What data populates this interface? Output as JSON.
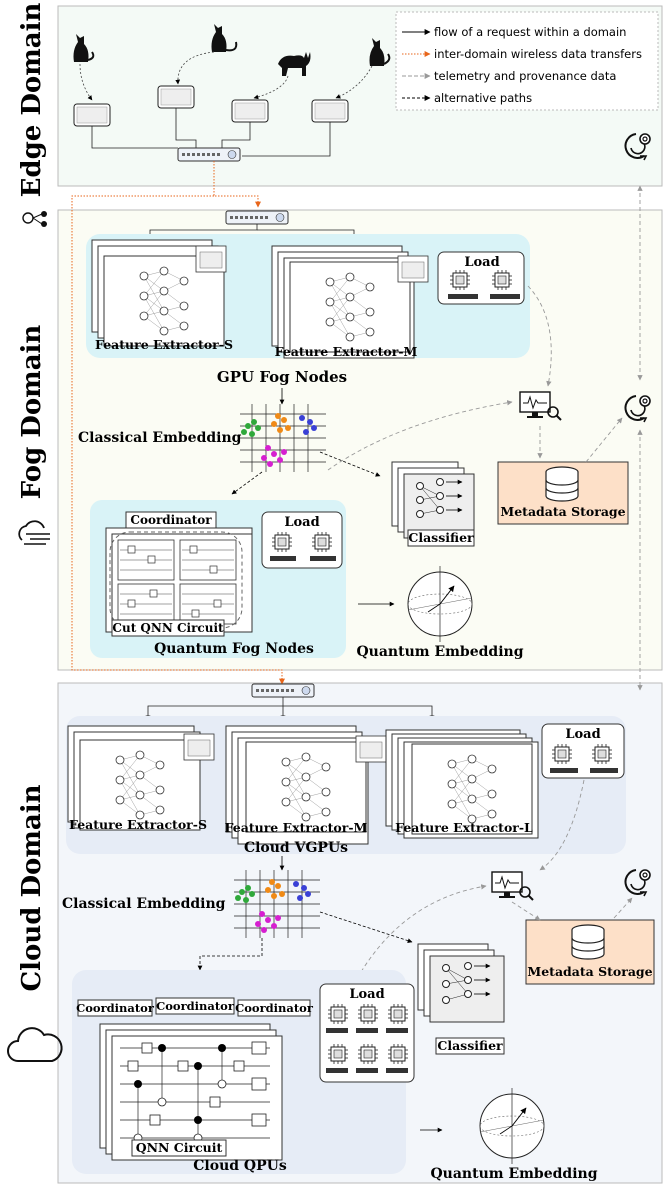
{
  "domains": {
    "edge": "Edge Domain",
    "fog": "Fog Domain",
    "cloud": "Cloud Domain"
  },
  "legend": {
    "items": [
      {
        "label": "flow of a request within a domain",
        "color": "#000000",
        "style": "solid"
      },
      {
        "label": "inter-domain wireless data transfers",
        "color": "#e8661b",
        "style": "dotted"
      },
      {
        "label": "telemetry and provenance data",
        "color": "#999999",
        "style": "dashed"
      },
      {
        "label": "alternative paths",
        "color": "#000000",
        "style": "dashed"
      }
    ]
  },
  "fog": {
    "fe_s": "Feature Extractor-S",
    "fe_m": "Feature Extractor-M",
    "load": "Load",
    "gpu_nodes": "GPU Fog Nodes",
    "classical_embedding": "Classical Embedding",
    "coordinator": "Coordinator",
    "cut_qnn": "Cut QNN Circuit",
    "load2": "Load",
    "quantum_nodes": "Quantum Fog Nodes",
    "classifier": "Classifier",
    "metadata": "Metadata Storage",
    "quantum_embedding": "Quantum Embedding"
  },
  "cloud": {
    "fe_s": "Feature Extractor-S",
    "fe_m": "Feature Extractor-M",
    "fe_l": "Feature Extractor-L",
    "load": "Load",
    "vgpus": "Cloud  VGPUs",
    "classical_embedding": "Classical Embedding",
    "coordinator1": "Coordinator",
    "coordinator2": "Coordinator",
    "coordinator3": "Coordinator",
    "load2": "Load",
    "qnn": "QNN Circuit",
    "classifier": "Classifier",
    "metadata": "Metadata Storage",
    "qpus": "Cloud QPUs",
    "quantum_embedding": "Quantum Embedding"
  },
  "colors": {
    "edge_bg": "#f4faf6",
    "fog_bg": "#fbfcf4",
    "cloud_bg": "#f3f6fa",
    "node_area": "#d9f3f7",
    "cloud_area": "#e6ecf6",
    "metadata_fill": "#fde0c8",
    "wireless": "#e8661b"
  }
}
